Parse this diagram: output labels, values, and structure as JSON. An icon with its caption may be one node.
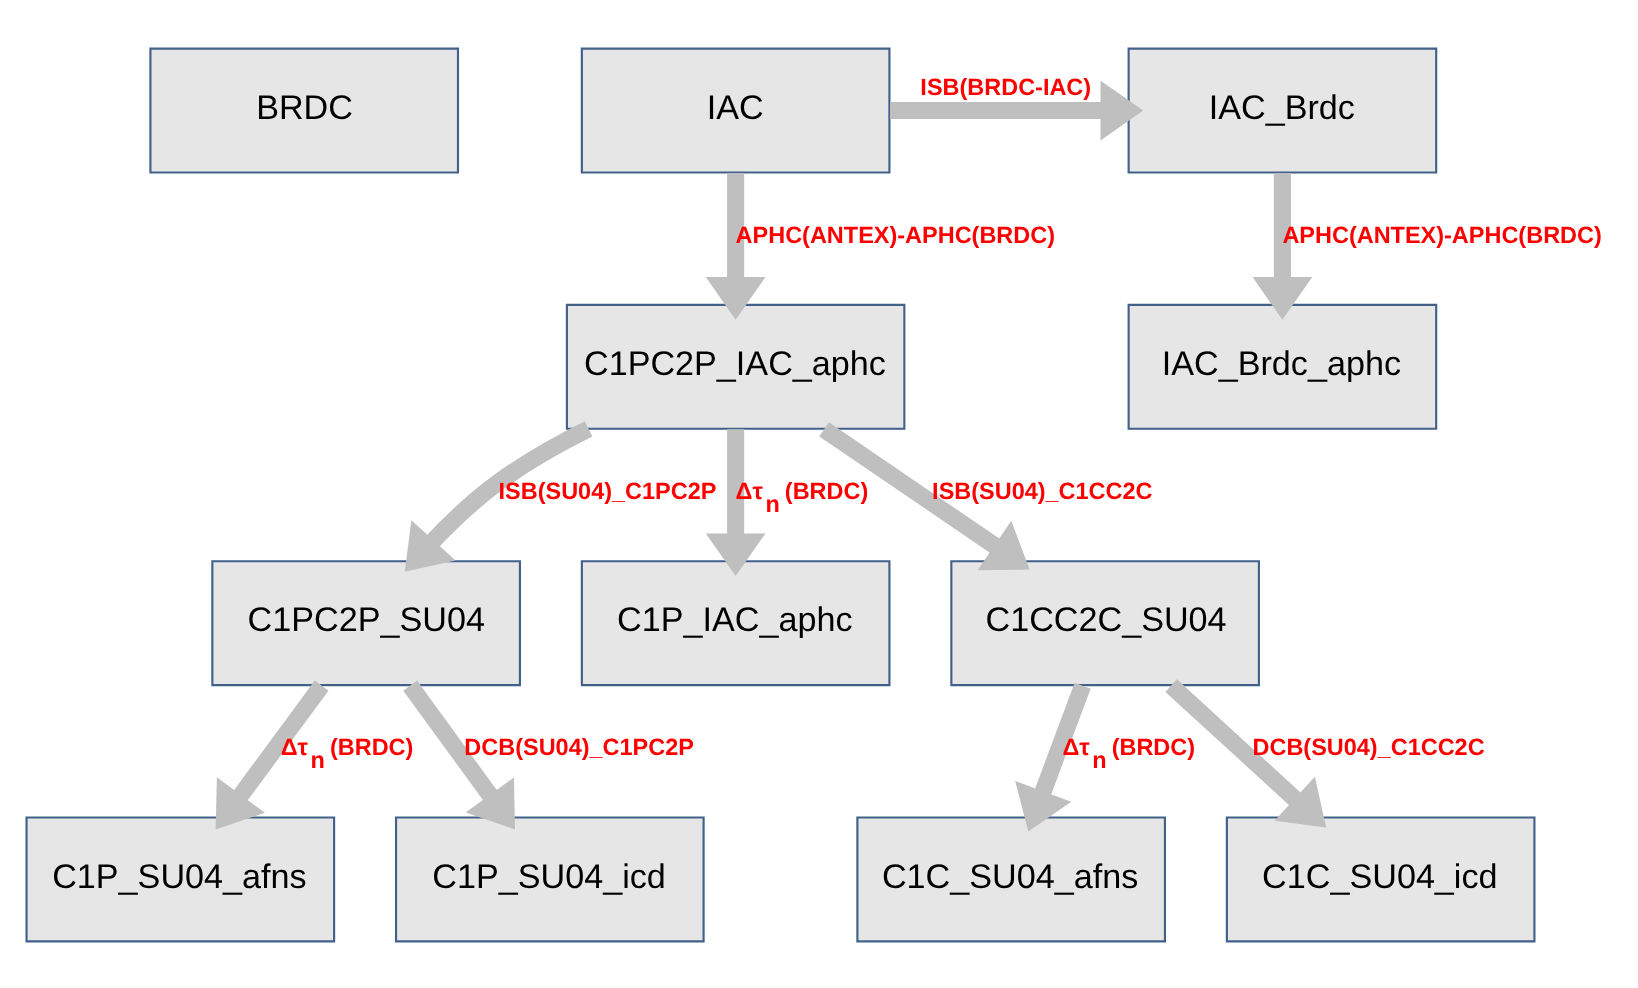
{
  "diagram": {
    "nodes": [
      {
        "text": [
          "BRDC"
        ]
      },
      {
        "text": [
          "IAC"
        ]
      },
      {
        "text": [
          "IAC_Brdc"
        ]
      },
      {
        "text": [
          "C1PC2P_IAC_aphc"
        ]
      },
      {
        "text": [
          "IAC_Brdc_aphc"
        ]
      },
      {
        "text": [
          "C1PC2P_SU04"
        ]
      },
      {
        "text": [
          "C1P_IAC_aphc"
        ]
      },
      {
        "text": [
          "C1CC2C_SU04"
        ]
      },
      {
        "text": [
          "C1P_SU04_afns"
        ]
      },
      {
        "text": [
          "C1P_SU04_icd"
        ]
      },
      {
        "text": [
          "C1C_SU04_afns"
        ]
      },
      {
        "text": [
          "C1C_SU04_icd"
        ]
      }
    ],
    "edges": [
      {
        "from": 1,
        "to": 2,
        "arrow": "to",
        "label": "ISB(BRDC-IAC)"
      },
      {
        "from": 1,
        "to": 3,
        "arrow": "to",
        "label": "APHC(ANTEX)-APHC(BRDC)"
      },
      {
        "from": 2,
        "to": 4,
        "arrow": "to",
        "label": "APHC(ANTEX)-APHC(BRDC)"
      },
      {
        "from": 3,
        "to": 5,
        "arrow": "to",
        "label": "ISB(SU04)_C1PC2P"
      },
      {
        "from": 3,
        "to": 6,
        "arrow": "to",
        "label": "Δτ$_{n}$ (BRDC)"
      },
      {
        "from": 3,
        "to": 7,
        "arrow": "to",
        "label": "ISB(SU04)_C1CC2C"
      },
      {
        "from": 5,
        "to": 8,
        "arrow": "to",
        "label": "Δτ$_{n}$ (BRDC)"
      },
      {
        "from": 5,
        "to": 9,
        "arrow": "to",
        "label": "DCB(SU04)_C1PC2P"
      },
      {
        "from": 7,
        "to": 10,
        "arrow": "to",
        "label": "Δτ$_{n}$ (BRDC)"
      },
      {
        "from": 7,
        "to": 11,
        "arrow": "to",
        "label": "DCB(SU04)_C1CC2C"
      }
    ]
  }
}
